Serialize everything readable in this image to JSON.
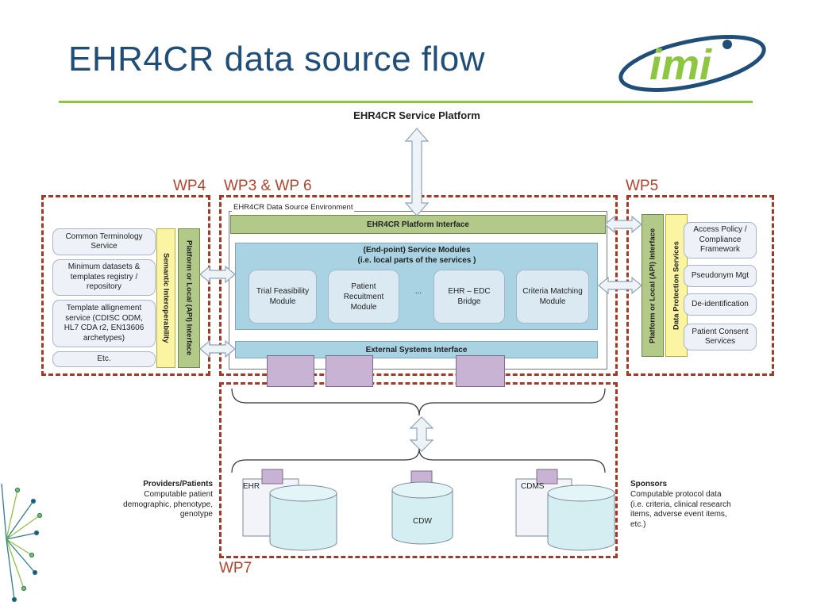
{
  "title": "EHR4CR data source flow",
  "service_platform": "EHR4CR Service Platform",
  "wp_labels": {
    "wp4": "WP4",
    "wp3_6": "WP3 & WP 6",
    "wp5": "WP5",
    "wp7": "WP7"
  },
  "environment_label": "EHR4CR Data Source Environment",
  "platform_interface": "EHR4CR Platform Interface",
  "service_modules_title": "(End-point) Service Modules",
  "service_modules_subtitle": "(i.e. local parts of the services )",
  "modules": [
    {
      "label": "Trial Feasibility Module"
    },
    {
      "label": "Patient Recuitment Module"
    },
    {
      "label": "..."
    },
    {
      "label": "EHR – EDC Bridge"
    },
    {
      "label": "Criteria Matching Module"
    }
  ],
  "external_interface": "External Systems Interface",
  "wp4_items": [
    "Common Terminology Service",
    "Minimum datasets & templates registry / repository",
    "Template allignement service (CDISC ODM, HL7 CDA r2, EN13606 archetypes)",
    "Etc."
  ],
  "wp4_semantic": "Semantic Interoperability",
  "wp4_api": "Platform or Local (API) Interface",
  "wp5_api": "Platform or Local (API) Interface",
  "wp5_dps": "Data Protection Services",
  "wp5_items": [
    "Access Policy / Compliance Framework",
    "Pseudonym Mgt",
    "De-identification",
    "Patient Consent Services"
  ],
  "databases": {
    "ehr": "EHR",
    "cdw": "CDW",
    "cdms": "CDMS"
  },
  "providers": {
    "heading": "Providers/Patients",
    "text": "Computable patient demographic, phenotype, genotype"
  },
  "sponsors": {
    "heading": "Sponsors",
    "text": "Computable protocol data (i.e. criteria, clinical research items, adverse event items, etc.)"
  },
  "logo_text": "imi",
  "colors": {
    "title": "#1f4e79",
    "accent_green": "#8dc63f",
    "dashed_red": "#a33a27",
    "interface_green": "#b3c98a",
    "yellow": "#fbf4a3",
    "module_blue": "#dbeaf2"
  }
}
